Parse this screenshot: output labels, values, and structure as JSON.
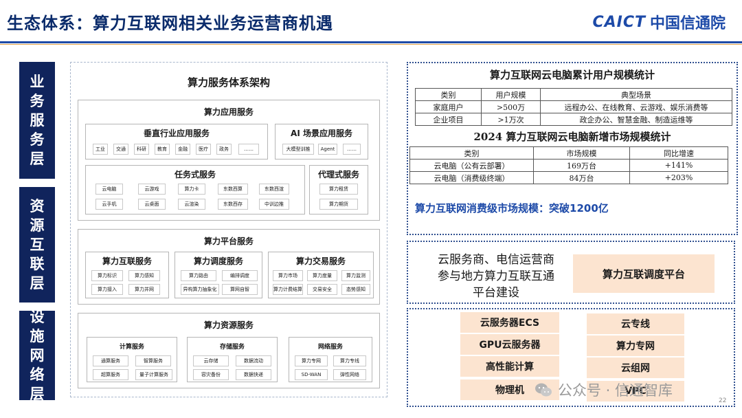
{
  "header": {
    "title": "生态体系：算力互联网相关业务运营商机遇",
    "logo_en": "CAICT",
    "logo_cn": "中国信通院"
  },
  "layers": [
    "业务服务层",
    "资源互联层",
    "设施网络层"
  ],
  "arch": {
    "title": "算力服务体系架构",
    "app": {
      "title": "算力应用服务",
      "vertical": {
        "title": "垂直行业应用服务",
        "items": [
          "工业",
          "交通",
          "科研",
          "教育",
          "金融",
          "医疗",
          "政务",
          "……"
        ]
      },
      "ai": {
        "title": "AI 场景应用服务",
        "items": [
          "大模型训推",
          "Agent",
          "……"
        ]
      },
      "task": {
        "title": "任务式服务",
        "items": [
          "云电脑",
          "云游戏",
          "算力卡",
          "东数西算",
          "东数西渲",
          "云手机",
          "云桌面",
          "云渲染",
          "东数西存",
          "中训边推"
        ]
      },
      "agent": {
        "title": "代理式服务",
        "items": [
          "算力租赁",
          "算力期货"
        ]
      }
    },
    "platform": {
      "title": "算力平台服务",
      "interconnect": {
        "title": "算力互联服务",
        "items": [
          "算力标识",
          "算力感知",
          "算力接入",
          "算力并网"
        ]
      },
      "schedule": {
        "title": "算力调度服务",
        "items": [
          "算力路由",
          "编排调度",
          "异构算力抽象化",
          "算网自智"
        ]
      },
      "trade": {
        "title": "算力交易服务",
        "items": [
          "算力市场",
          "算力度量",
          "算力监测",
          "算力计费结算",
          "交易安全",
          "态势感知"
        ]
      }
    },
    "resource": {
      "title": "算力资源服务",
      "compute": {
        "title": "计算服务",
        "items": [
          "通算服务",
          "智算服务",
          "超算服务",
          "量子计算服务"
        ]
      },
      "storage": {
        "title": "存储服务",
        "items": [
          "云存储",
          "数据流动",
          "容灾备份",
          "数据快递"
        ]
      },
      "network": {
        "title": "网络服务",
        "items": [
          "算力专网",
          "算力专线",
          "SD-WAN",
          "弹性网络"
        ]
      }
    }
  },
  "stats1": {
    "title": "算力互联网云电脑累计用户规模统计",
    "headers": [
      "类别",
      "用户规模",
      "典型场景"
    ],
    "rows": [
      [
        "家庭用户",
        ">500万",
        "远程办公、在线教育、云游戏、娱乐消费等"
      ],
      [
        "企业项目",
        ">1万次",
        "政企办公、智慧金融、制造运维等"
      ]
    ]
  },
  "stats2": {
    "title": "2024 算力互联网云电脑新增市场规模统计",
    "headers": [
      "类别",
      "市场规模",
      "同比增速"
    ],
    "rows": [
      [
        "云电脑（公有云部署）",
        "169万台",
        "+141%"
      ],
      [
        "云电脑（消费级终端）",
        "84万台",
        "+203%"
      ]
    ]
  },
  "highlight": "算力互联网消费级市场规模：突破1200亿",
  "platform_panel": {
    "text_lines": [
      "云服务商、电信运营商",
      "参与地方算力互联互通",
      "平台建设"
    ],
    "box": "算力互联调度平台"
  },
  "products": {
    "left": [
      "云服务器ECS",
      "GPU云服务器",
      "高性能计算",
      "物理机"
    ],
    "right": [
      "云专线",
      "算力专网",
      "云组网",
      "VPC"
    ]
  },
  "watermark": {
    "text": "公众号 · 信通智库",
    "icon": "wechat-icon"
  },
  "page_number": "22",
  "colors": {
    "navy": "#10245c",
    "brand": "#1d4aa8",
    "peach": "#fce4d0",
    "accent_line": "#e0a24a"
  }
}
